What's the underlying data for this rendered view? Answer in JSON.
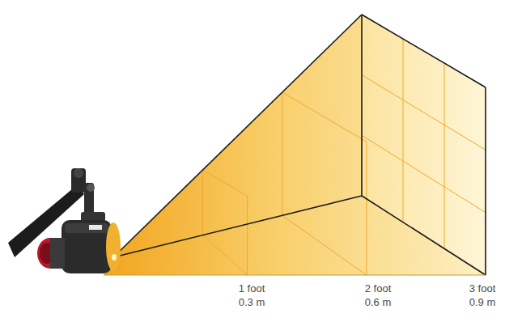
{
  "diagram": {
    "labels": [
      "1 foot",
      "0.3 m",
      "2 foot",
      "0.6 m",
      "3 foot",
      "0.9 m"
    ]
  }
}
